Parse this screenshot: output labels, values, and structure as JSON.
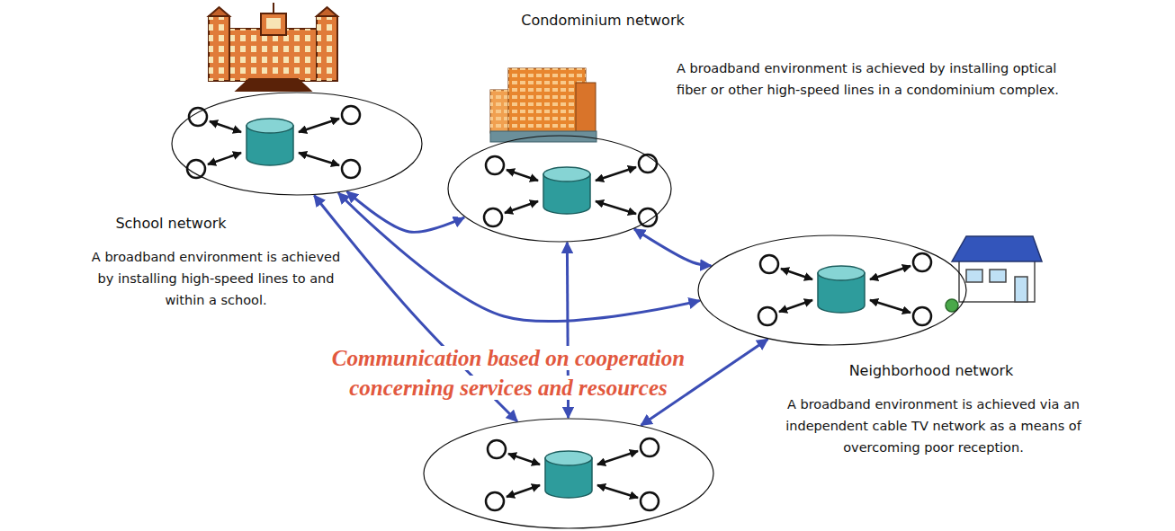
{
  "diagram": {
    "nodes": [
      {
        "text": [
          "School network",
          "A broadband environment is achieved by installing high-speed lines to and within a school."
        ]
      },
      {
        "text": [
          "Condominium network",
          "A broadband environment is achieved by installing optical fiber or other high-speed lines in a condominium complex."
        ]
      },
      {
        "text": [
          "Neighborhood network",
          "A broadband environment is achieved via an independent cable TV network as a means of overcoming poor reception."
        ]
      },
      {
        "text": []
      }
    ],
    "edges": [
      {
        "from": 0,
        "to": 1,
        "arrow": "both"
      },
      {
        "from": 0,
        "to": 2,
        "arrow": "both"
      },
      {
        "from": 0,
        "to": 3,
        "arrow": "both"
      },
      {
        "from": 1,
        "to": 2,
        "arrow": "both"
      },
      {
        "from": 1,
        "to": 3,
        "arrow": "both"
      },
      {
        "from": 2,
        "to": 3,
        "arrow": "both"
      }
    ],
    "labels": [
      "Communication based on cooperation concerning services and resources"
    ]
  }
}
